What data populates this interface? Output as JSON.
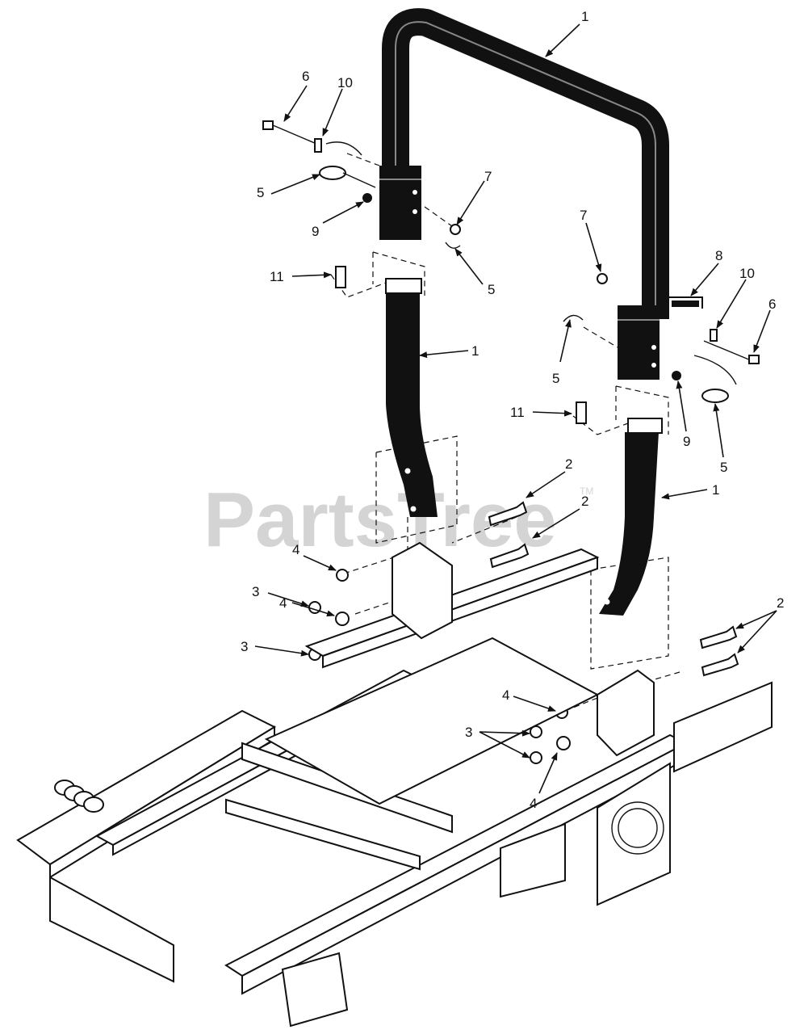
{
  "watermark": {
    "text": "PartsTree",
    "tm": "TM"
  },
  "callouts": [
    {
      "id": "c1a",
      "num": "1"
    },
    {
      "id": "c1b",
      "num": "1"
    },
    {
      "id": "c1c",
      "num": "1"
    },
    {
      "id": "c2a",
      "num": "2"
    },
    {
      "id": "c2b",
      "num": "2"
    },
    {
      "id": "c2c",
      "num": "2"
    },
    {
      "id": "c3a",
      "num": "3"
    },
    {
      "id": "c3b",
      "num": "3"
    },
    {
      "id": "c3c",
      "num": "3"
    },
    {
      "id": "c4a",
      "num": "4"
    },
    {
      "id": "c4b",
      "num": "4"
    },
    {
      "id": "c4c",
      "num": "4"
    },
    {
      "id": "c4d",
      "num": "4"
    },
    {
      "id": "c5a",
      "num": "5"
    },
    {
      "id": "c5b",
      "num": "5"
    },
    {
      "id": "c5c",
      "num": "5"
    },
    {
      "id": "c5d",
      "num": "5"
    },
    {
      "id": "c6a",
      "num": "6"
    },
    {
      "id": "c6b",
      "num": "6"
    },
    {
      "id": "c7a",
      "num": "7"
    },
    {
      "id": "c7b",
      "num": "7"
    },
    {
      "id": "c8a",
      "num": "8"
    },
    {
      "id": "c9a",
      "num": "9"
    },
    {
      "id": "c9b",
      "num": "9"
    },
    {
      "id": "c10a",
      "num": "10"
    },
    {
      "id": "c10b",
      "num": "10"
    },
    {
      "id": "c11a",
      "num": "11"
    },
    {
      "id": "c11b",
      "num": "11"
    }
  ]
}
